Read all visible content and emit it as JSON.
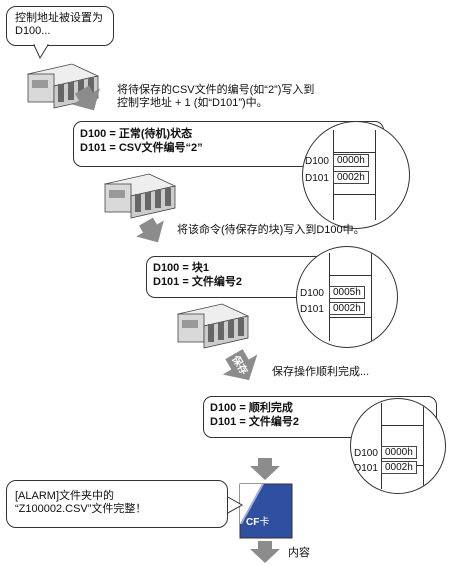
{
  "intro_callout": {
    "line1": "控制地址被设置为",
    "line2": "D100..."
  },
  "step1_note": {
    "line1": "将待保存的CSV文件的编号(如“2”)写入到",
    "line2": "控制字地址 + 1 (如“D101”)中。"
  },
  "box1": {
    "line1": "D100 = 正常(待机)状态",
    "line2": "D101 = CSV文件编号“2”",
    "reg": [
      {
        "addr": "D100",
        "val": "0000h"
      },
      {
        "addr": "D101",
        "val": "0002h"
      }
    ]
  },
  "step2_note": "将该命令(待保存的块)写入到D100中。",
  "box2": {
    "line1": "D100 = 块1",
    "line2": "D101 = 文件编号2",
    "reg": [
      {
        "addr": "D100",
        "val": "0005h"
      },
      {
        "addr": "D101",
        "val": "0002h"
      }
    ]
  },
  "save_tag": "保存",
  "step3_note": "保存操作顺利完成...",
  "box3": {
    "line1": "D100 = 顺利完成",
    "line2": "D101 = 文件编号2",
    "reg": [
      {
        "addr": "D100",
        "val": "0000h"
      },
      {
        "addr": "D101",
        "val": "0002h"
      }
    ]
  },
  "alarm_callout": {
    "line1": "[ALARM]文件夹中的",
    "line2": "“Z100002.CSV”文件完整！"
  },
  "cf_card": {
    "left": "CF",
    "right": "卡"
  },
  "bottom_label": "内容",
  "colors": {
    "arrow": "#8c8c8c",
    "plc_body": "#d9d9d9",
    "plc_dark": "#555555",
    "cf_blue": "#2f4fa0"
  }
}
